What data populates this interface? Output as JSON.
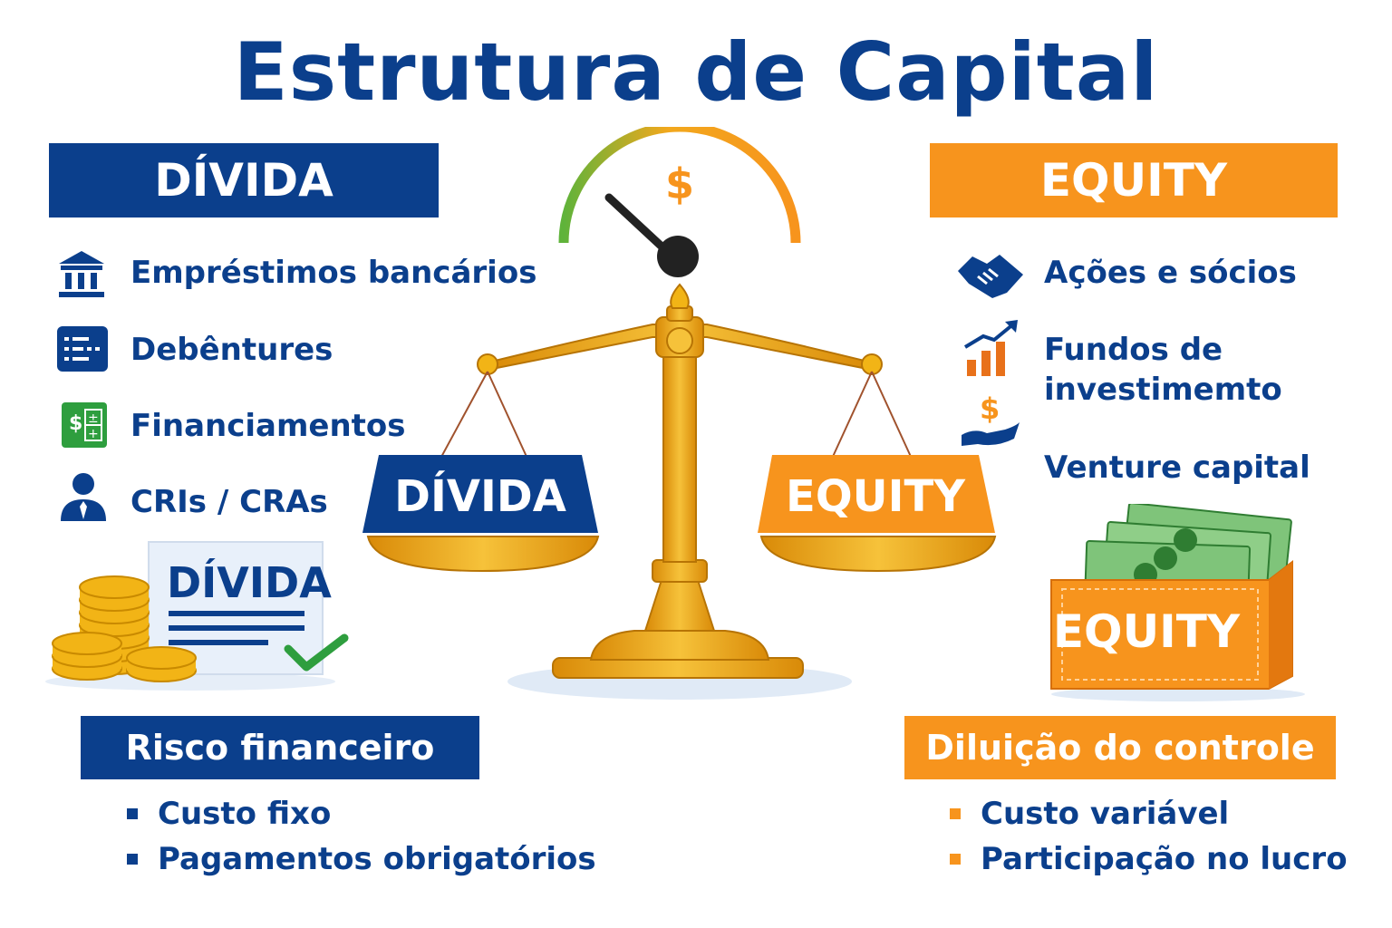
{
  "title": "Estrutura de Capital",
  "debt": {
    "header": "DÍVIDA",
    "items": [
      "Empréstimos bancários",
      "Debêntures",
      "Financiamentos",
      "CRIs / CRAs"
    ],
    "doc_label": "DÍVIDA",
    "risk_header": "Risco financeiro",
    "bullets": [
      "Custo fixo",
      "Pagamentos obrigatórios"
    ],
    "plate_label": "DÍVIDA"
  },
  "equity": {
    "header": "EQUITY",
    "items": [
      "Ações e sócios",
      "Fundos de investimemto",
      "Venture capital"
    ],
    "item2_lines": [
      "Fundos de",
      "investimemto"
    ],
    "box_label": "EQUITY",
    "risk_header": "Diluição do controle",
    "bullets": [
      "Custo variável",
      "Participação no lucro"
    ],
    "plate_label": "EQUITY"
  },
  "gauge_symbol": "$",
  "colors": {
    "blue": "#0b3f8c",
    "orange": "#f7941d",
    "gold": "#e8a317",
    "green": "#2e9e3e"
  },
  "icons": {
    "debt": [
      "bank-icon",
      "document-list-icon",
      "spreadsheet-icon",
      "person-icon"
    ],
    "equity": [
      "handshake-icon",
      "growth-chart-icon",
      "hand-dollar-icon"
    ]
  }
}
